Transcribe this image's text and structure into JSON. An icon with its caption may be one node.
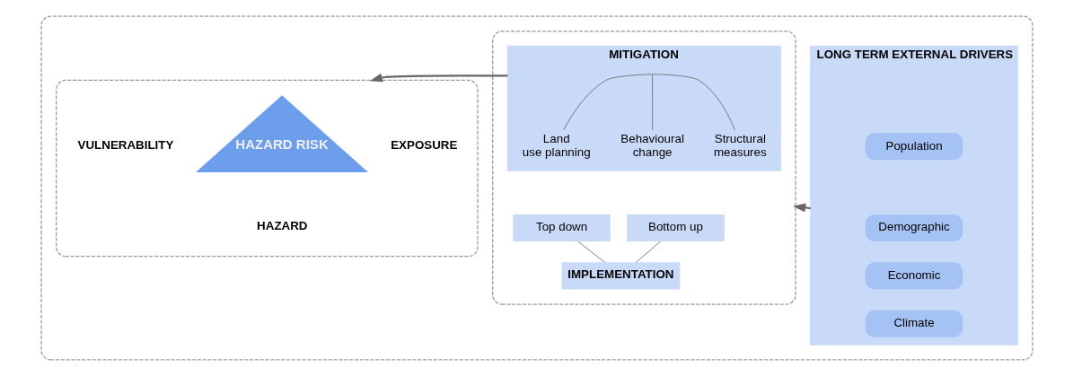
{
  "diagram": {
    "nodes": [
      {
        "text": [],
        "shape": "box"
      },
      {
        "text": [
          "LONG TERM EXTERNAL DRIVERS"
        ],
        "in": 0
      },
      {
        "text": [
          "Population"
        ],
        "in": 1
      },
      {
        "text": [
          "Demographic"
        ],
        "in": 1
      },
      {
        "text": [
          "Economic"
        ],
        "in": 1
      },
      {
        "text": [
          "Climate"
        ],
        "in": 1
      },
      {
        "text": [],
        "shape": "box",
        "in": 0
      },
      {
        "text": [
          "MITIGATION"
        ],
        "in": 6
      },
      {
        "text": [
          "Land use planning"
        ],
        "in": 7
      },
      {
        "text": [
          "Behavioural change"
        ],
        "in": 7
      },
      {
        "text": [
          "Structural measures"
        ],
        "in": 7
      },
      {
        "text": [
          "Top down"
        ],
        "in": 6
      },
      {
        "text": [
          "Bottom up"
        ],
        "in": 6
      },
      {
        "text": [
          "IMPLEMENTATION"
        ],
        "in": 6
      },
      {
        "text": [],
        "shape": "box",
        "in": 0
      },
      {
        "text": [
          "HAZARD RISK"
        ],
        "in": 14,
        "beside": [
          "EXPOSURE",
          "VULNERABILITY",
          "HAZARD"
        ]
      }
    ],
    "edges": [
      {
        "from": 1,
        "to": 6,
        "arrow": "to"
      },
      {
        "from": 7,
        "to": 14,
        "arrow": "to"
      },
      {
        "from": 7,
        "to": 8,
        "arrow": "none"
      },
      {
        "from": 7,
        "to": 9,
        "arrow": "none"
      },
      {
        "from": 7,
        "to": 10,
        "arrow": "none"
      },
      {
        "from": 11,
        "to": 13,
        "arrow": "none"
      },
      {
        "from": 12,
        "to": 13,
        "arrow": "none"
      }
    ]
  }
}
